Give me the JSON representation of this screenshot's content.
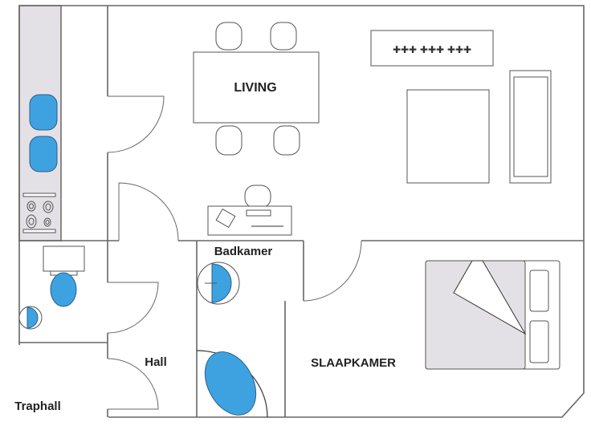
{
  "rooms": {
    "living": "LIVING",
    "bathroom": "Badkamer",
    "hall": "Hall",
    "bedroom": "SLAAPKAMER",
    "stairwell": "Traphall"
  },
  "colors": {
    "fixture_blue": "#3fa2e0",
    "counter_gray": "#e4e1e6"
  }
}
